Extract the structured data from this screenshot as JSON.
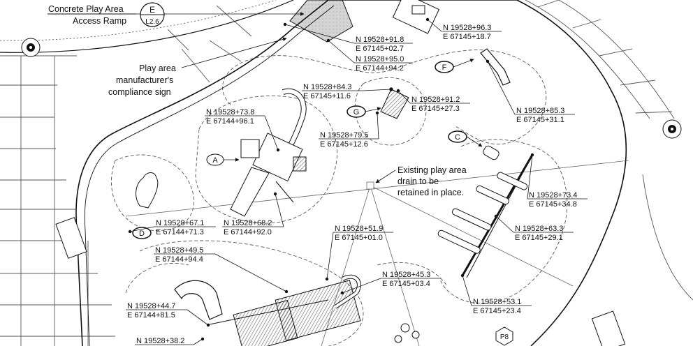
{
  "title_block": {
    "ramp_line1": "Concrete Play Area",
    "ramp_line2": "Access Ramp",
    "detail_letter": "E",
    "detail_sheet": "L2.6"
  },
  "notes": {
    "sign_line1": "Play area",
    "sign_line2": "manufacturer's",
    "sign_line3": "compliance sign",
    "drain_line1": "Existing play area",
    "drain_line2": "drain to be",
    "drain_line3": "retained in place."
  },
  "markers": {
    "A": "A",
    "C": "C",
    "D": "D",
    "F": "F",
    "G": "G",
    "P8": "P8"
  },
  "coordinates": [
    {
      "n": "N 19528+91.8",
      "e": "E 67145+02.7"
    },
    {
      "n": "N 19528+95.0",
      "e": "E 67144+94.2"
    },
    {
      "n": "N 19528+96.3",
      "e": "E 67145+18.7"
    },
    {
      "n": "N 19528+84.3",
      "e": "E 67145+11.6"
    },
    {
      "n": "N 19528+91.2",
      "e": "E 67145+27.3"
    },
    {
      "n": "N 19528+85.3",
      "e": "E 67145+31.1"
    },
    {
      "n": "N 19528+73.8",
      "e": "E 67144+96.1"
    },
    {
      "n": "N 19528+79.5",
      "e": "E 67145+12.6"
    },
    {
      "n": "N 19528+73.4",
      "e": "E 67145+34.8"
    },
    {
      "n": "N 19528+67.1",
      "e": "E 67144+71.3"
    },
    {
      "n": "N 19528+68.2",
      "e": "E 67144+92.0"
    },
    {
      "n": "N 19528+51.9",
      "e": "E 67145+01.0"
    },
    {
      "n": "N 19528+63.3",
      "e": "E 67145+29.1"
    },
    {
      "n": "N 19528+49.5",
      "e": "E 67144+94.4"
    },
    {
      "n": "N 19528+45.3",
      "e": "E 67145+03.4"
    },
    {
      "n": "N 19528+44.7",
      "e": "E 67144+81.5"
    },
    {
      "n": "N 19528+53.1",
      "e": "E 67145+23.4"
    },
    {
      "n": "N 19528+38.2",
      "e": ""
    }
  ],
  "colors": {
    "line": "#111111",
    "hatch": "#777777",
    "ramp_fill": "#cfcfcf",
    "dash": "#555555"
  }
}
